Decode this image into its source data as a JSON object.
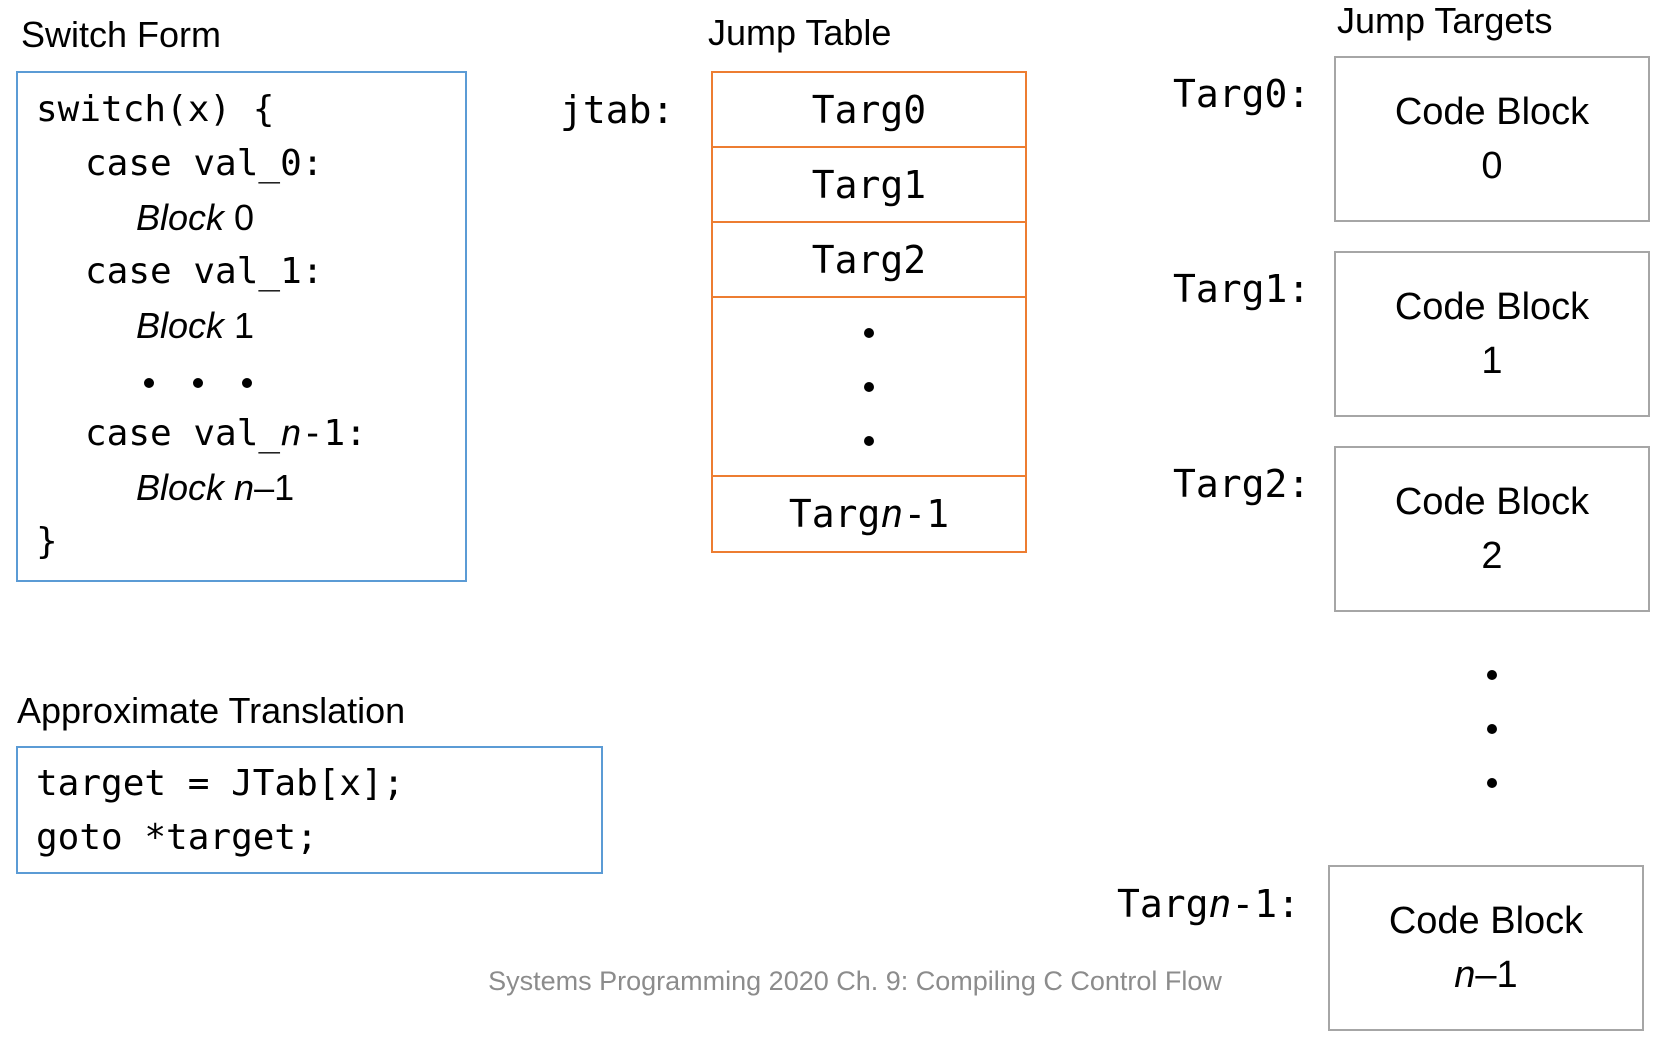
{
  "switch_form": {
    "heading": "Switch Form",
    "line1": "switch(x) {",
    "case0_a": "case val_0:",
    "block0_italic": "Block",
    "block0_num": " 0",
    "case1_a": "case val_1:",
    "block1_italic": "Block",
    "block1_num": " 1",
    "casen_pre": "case val_",
    "casen_italic": "n",
    "casen_post": "-1:",
    "blockn_italic": "Block n",
    "blockn_num": "–1",
    "close": "}"
  },
  "translation": {
    "heading": "Approximate Translation",
    "line1": "target = JTab[x];",
    "line2": "goto *target;"
  },
  "jump_table": {
    "heading": "Jump Table",
    "label": "jtab:",
    "entries": [
      "Targ0",
      "Targ1",
      "Targ2"
    ],
    "last_pre": "Targ",
    "last_italic": "n",
    "last_post": "-1"
  },
  "jump_targets": {
    "heading": "Jump Targets",
    "labels": [
      "Targ0:",
      "Targ1:",
      "Targ2:"
    ],
    "last_label_pre": "Targ",
    "last_label_italic": "n",
    "last_label_post": "-1:",
    "block_title": "Code Block",
    "block_nums": [
      "0",
      "1",
      "2"
    ],
    "last_block_italic": "n",
    "last_block_num": "–1"
  },
  "footer": "Systems Programming 2020 Ch. 9: Compiling C Control Flow",
  "colors": {
    "blue_border": "#5b9bd5",
    "orange_border": "#ed7d31",
    "gray_border": "#a6a6a6",
    "footer_text": "#8c8c8c"
  }
}
